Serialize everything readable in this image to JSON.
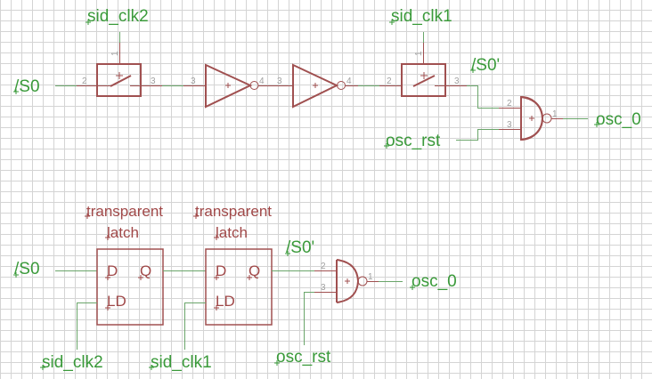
{
  "diagram": {
    "top": {
      "switch1": {
        "control": "sid_clk2",
        "pin_ctrl": "1",
        "pin_in": "2",
        "pin_out": "3"
      },
      "inv1": {
        "pin_in": "3",
        "pin_out": "4"
      },
      "inv2": {
        "pin_in": "3",
        "pin_out": "4"
      },
      "switch2": {
        "control": "sid_clk1",
        "pin_ctrl": "1",
        "pin_in": "2",
        "pin_out": "3"
      },
      "nand": {
        "pin_a": "2",
        "pin_b": "3",
        "pin_out": "1"
      },
      "nets": {
        "input": "/S0",
        "mid": "/S0'",
        "reset": "osc_rst",
        "output": "osc_0"
      }
    },
    "bottom": {
      "latch1": {
        "title1": "transparent",
        "title2": "latch",
        "d": "D",
        "q": "Q",
        "ld": "LD",
        "clock_net": "sid_clk2"
      },
      "latch2": {
        "title1": "transparent",
        "title2": "latch",
        "d": "D",
        "q": "Q",
        "ld": "LD",
        "clock_net": "sid_clk1"
      },
      "nand": {
        "pin_a": "2",
        "pin_b": "3",
        "pin_out": "1"
      },
      "nets": {
        "input": "/S0",
        "mid": "/S0'",
        "reset": "osc_rst",
        "output": "osc_0"
      }
    },
    "colors": {
      "wire": "#6aa56a",
      "component": "#a05050",
      "net_label": "#3a9a3a",
      "pin_label": "#a0a0a0",
      "grid": "#d4d4d4"
    }
  }
}
